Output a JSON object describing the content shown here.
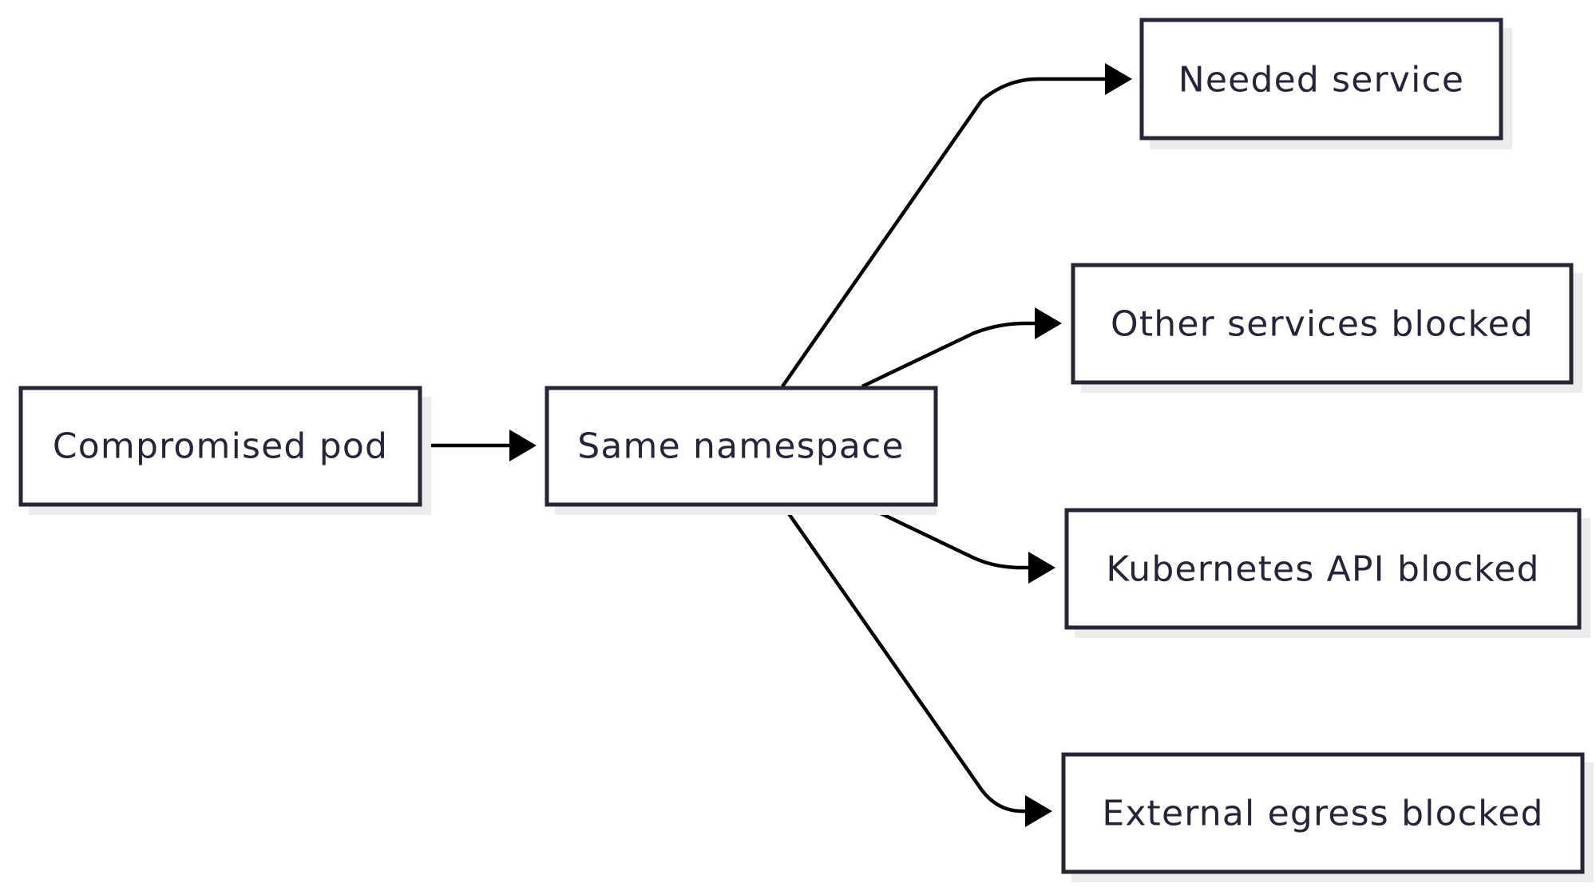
{
  "diagram": {
    "nodes": {
      "compromised_pod": "Compromised pod",
      "same_namespace": "Same namespace",
      "needed_service": "Needed service",
      "other_services_blocked": "Other services blocked",
      "kubernetes_api_blocked": "Kubernetes API blocked",
      "external_egress_blocked": "External egress blocked"
    },
    "edges": [
      {
        "from": "compromised_pod",
        "to": "same_namespace"
      },
      {
        "from": "same_namespace",
        "to": "needed_service"
      },
      {
        "from": "same_namespace",
        "to": "other_services_blocked"
      },
      {
        "from": "same_namespace",
        "to": "kubernetes_api_blocked"
      },
      {
        "from": "same_namespace",
        "to": "external_egress_blocked"
      }
    ],
    "colors": {
      "border": "#272637",
      "text": "#25243a",
      "arrow": "#000000",
      "shadow": "#ececec",
      "background": "#ffffff"
    }
  }
}
